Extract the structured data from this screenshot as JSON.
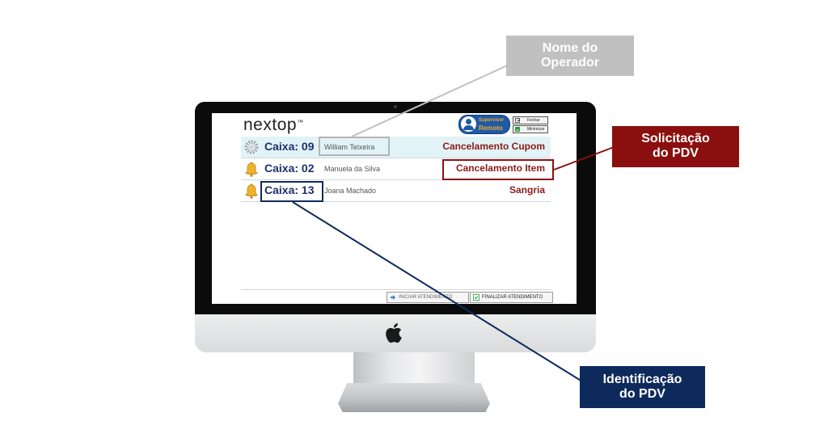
{
  "app": {
    "brand": "nextop",
    "brand_mark": "™",
    "remote_badge": {
      "line1": "Supervisor",
      "line2": "Remoto"
    },
    "top_buttons": [
      {
        "label": "Fechar",
        "icon": "exit-icon"
      },
      {
        "label": "Minimizar",
        "icon": "minimize-icon"
      }
    ],
    "requests": [
      {
        "icon": "gear-icon",
        "caixa": "Caixa: 09",
        "operator": "William Teixeira",
        "request": "Cancelamento Cupom",
        "active": true
      },
      {
        "icon": "bell-icon",
        "caixa": "Caixa: 02",
        "operator": "Manuela da Silva",
        "request": "Cancelamento Item",
        "active": false
      },
      {
        "icon": "bell-icon",
        "caixa": "Caixa: 13",
        "operator": "Joana Machado",
        "request": "Sangria",
        "active": false
      }
    ],
    "footer": {
      "start_label": "INICIAR ATENDIMENTO",
      "finish_label": "FINALIZAR ATENDIMENTO"
    }
  },
  "callouts": {
    "operator": {
      "line1": "Nome do",
      "line2": "Operador",
      "color": "#c0c0c0"
    },
    "request": {
      "line1": "Solicitação",
      "line2": "do PDV",
      "color": "#8b0f0f"
    },
    "identification": {
      "line1": "Identificação",
      "line2": "do PDV",
      "color": "#0e2a5c"
    }
  }
}
